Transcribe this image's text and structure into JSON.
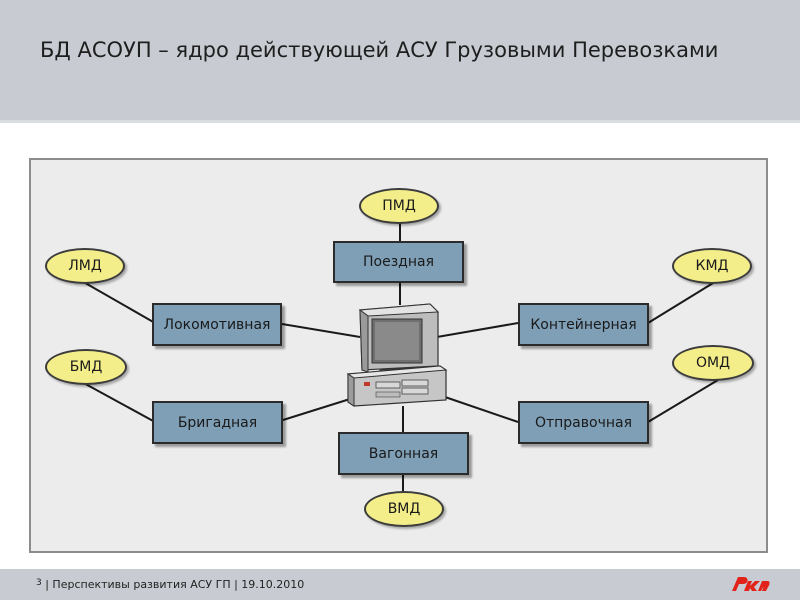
{
  "slide": {
    "title": "БД АСОУП – ядро действующей АСУ Грузовыми Перевозками"
  },
  "diagram": {
    "center": "computer-icon",
    "boxes": {
      "poezdnaya": "Поездная",
      "lokomotivnaya": "Локомотивная",
      "konteinernaya": "Контейнерная",
      "brigadnaya": "Бригадная",
      "otpravochnaya": "Отправочная",
      "vagonnaya": "Вагонная"
    },
    "ovals": {
      "pmd": "ПМД",
      "lmd": "ЛМД",
      "kmd": "КМД",
      "bmd": "БМД",
      "omd": "ОМД",
      "vmd": "ВМД"
    }
  },
  "footer": {
    "page_number": "3",
    "text": "| Перспективы развития АСУ ГП | 19.10.2010",
    "logo": "rzd-logo"
  },
  "colors": {
    "header_bg": "#c8ccd2",
    "box_fill": "#7f9fb7",
    "oval_fill": "#f3ed8a",
    "logo_red": "#e2231a"
  }
}
